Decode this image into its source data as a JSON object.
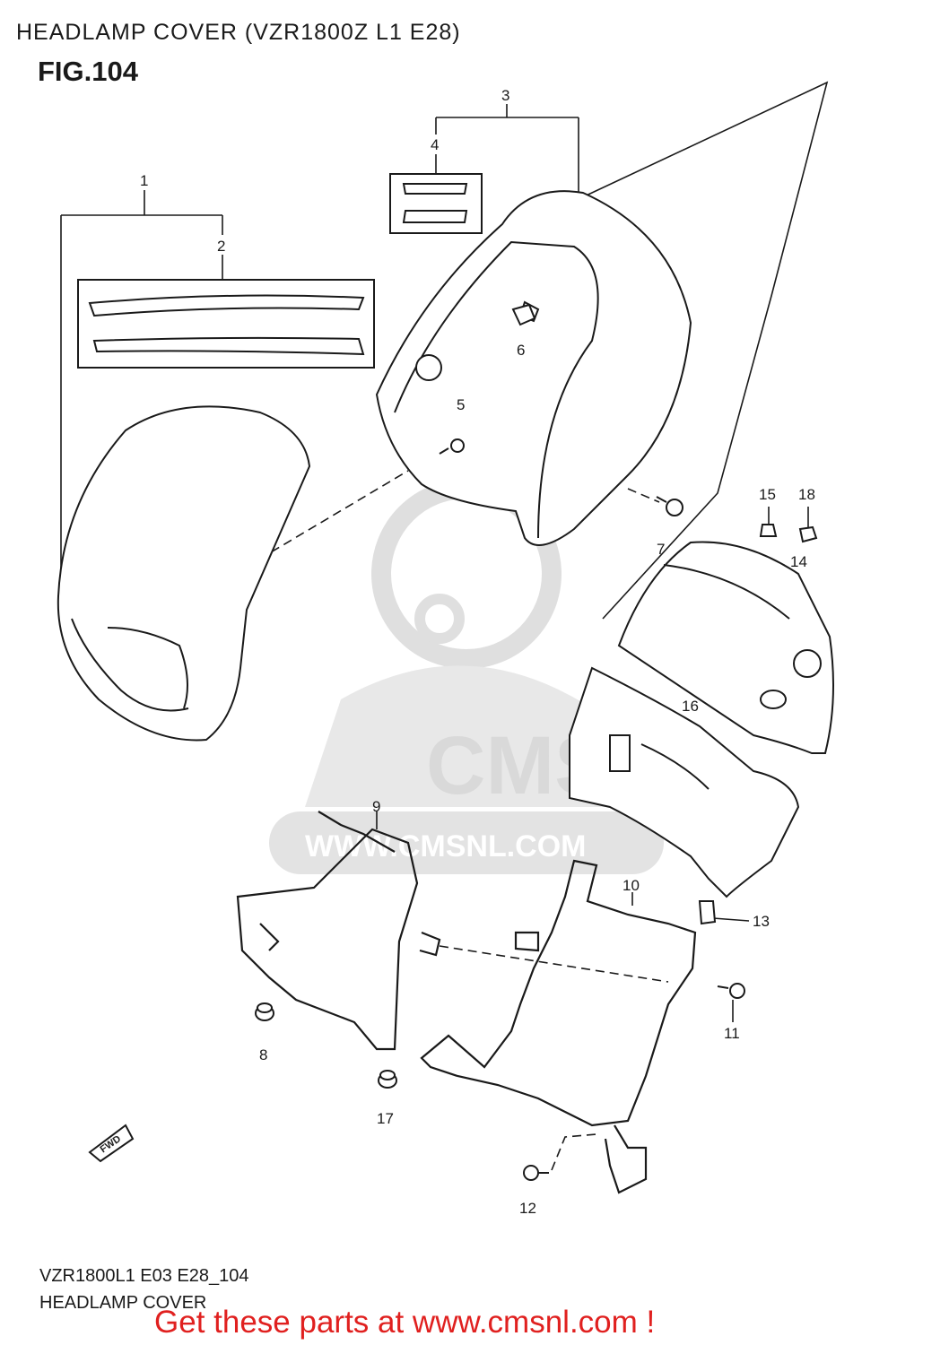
{
  "header": {
    "title": "HEADLAMP COVER (VZR1800Z L1 E28)",
    "figure": "FIG.104"
  },
  "watermark": {
    "brand": "CMS",
    "url": "WWW.CMSNL.COM"
  },
  "fwd_arrow": "FWD",
  "part_numbers": {
    "p1": "1",
    "p2": "2",
    "p3": "3",
    "p4": "4",
    "p5": "5",
    "p6": "6",
    "p7": "7",
    "p8": "8",
    "p9": "9",
    "p10": "10",
    "p11": "11",
    "p12": "12",
    "p13": "13",
    "p14": "14",
    "p15": "15",
    "p16": "16",
    "p17": "17",
    "p18": "18"
  },
  "footer": {
    "code": "VZR1800L1 E03 E28_104",
    "name": "HEADLAMP COVER",
    "promo": "Get these parts at www.cmsnl.com !"
  },
  "colors": {
    "line": "#1a1a1a",
    "watermark": "#d9d9d9",
    "promo": "#e0201f"
  }
}
